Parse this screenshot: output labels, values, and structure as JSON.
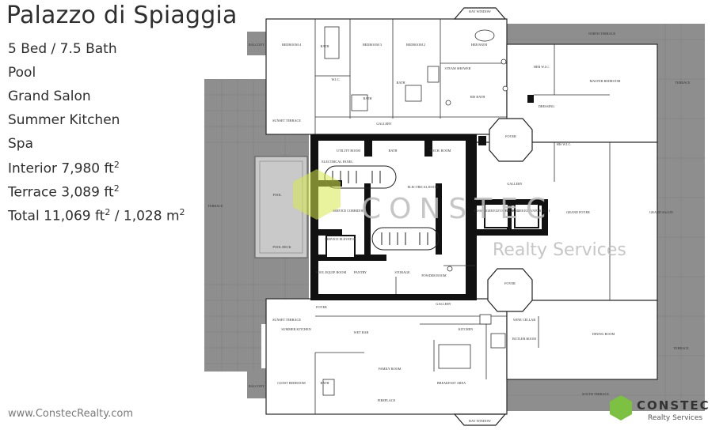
{
  "title": "Palazzo di Spiaggia",
  "features": {
    "beds_baths": "5 Bed / 7.5 Bath",
    "pool": "Pool",
    "salon": "Grand Salon",
    "kitchen": "Summer Kitchen",
    "spa": "Spa",
    "interior": "Interior 7,980 ft",
    "terrace": "Terrace 3,089 ft",
    "total_a": "Total 11,069 ft",
    "total_b": " / 1,028 m",
    "sup2": "2"
  },
  "website": "www.ConstecRealty.com",
  "watermark": {
    "brand": "CONSTEC",
    "sub": "Realty Services"
  },
  "logo": {
    "brand": "CONSTEC",
    "sub": "Realty Services",
    "color": "#7dc142"
  },
  "colors": {
    "terrace": "#8e8e8e",
    "wall": "#111111",
    "pool": "#c9c9c9"
  },
  "rooms": {
    "bay_window_top": "BAY WINDOW",
    "bedroom4": "BEDROOM 4",
    "bedroom3": "BEDROOM 3",
    "bedroom2": "BEDROOM 2",
    "her_bath": "HER BATH",
    "his_bath": "HIS BATH",
    "north_terrace": "NORTH TERRACE",
    "her_wic": "HER W.I.C.",
    "master_bedroom": "MASTER BEDROOM",
    "terrace_ne": "TERRACE",
    "balcony_n": "BALCONY",
    "sunset_terrace_n": "SUNSET TERRACE",
    "bath_a": "BATH",
    "bath_b": "BATH",
    "bath_c": "BATH",
    "wic": "W.I.C.",
    "steam_shower": "STEAM SHOWER",
    "dressing": "DRESSING",
    "gallery_n": "GALLERY",
    "foyer_n": "FOYER",
    "his_wic": "HIS W.I.C.",
    "utility_room": "UTILITY ROOM",
    "bath_mid": "BATH",
    "mech_room": "MECH. ROOM",
    "electrical_panel": "ELECTRICAL PANEL",
    "electrical_room": "ELECTRICAL ROOM",
    "gallery_mid": "GALLERY",
    "terrace_w": "TERRACE",
    "pool_label": "POOL",
    "service_corridor": "SERVICE CORRIDOR",
    "passenger_elev1": "PASSENGER ELEVATOR NO. 1",
    "passenger_elev2": "PASSENGER ELEVATOR NO. 2",
    "grand_foyer": "GRAND FOYER",
    "grand_salon": "GRAND SALON",
    "service_elevator": "SERVICE ELEVATOR",
    "pool_deck": "POOL DECK",
    "pool_equip": "POOL EQUIP. ROOM",
    "pantry": "PANTRY",
    "storage": "STORAGE",
    "powder_room": "POWDER ROOM",
    "foyer_s": "FOYER",
    "gallery_s": "GALLERY",
    "foyer_sw": "FOYER",
    "sunset_terrace_s": "SUNSET TERRACE",
    "summer_kitchen": "SUMMER KITCHEN",
    "wet_bar": "WET BAR",
    "kitchen": "KITCHEN",
    "wine_cellar": "WINE CELLAR",
    "butler_room": "BUTLER ROOM",
    "dining_room": "DINING ROOM",
    "terrace_se": "TERRACE",
    "family_room": "FAMILY ROOM",
    "guest_bedroom": "GUEST BEDROOM",
    "bath_guest": "BATH",
    "breakfast_area": "BREAKFAST AREA",
    "south_terrace": "SOUTH TERRACE",
    "fireplace": "FIREPLACE",
    "bay_window_bottom": "BAY WINDOW",
    "balcony_s": "BALCONY"
  }
}
